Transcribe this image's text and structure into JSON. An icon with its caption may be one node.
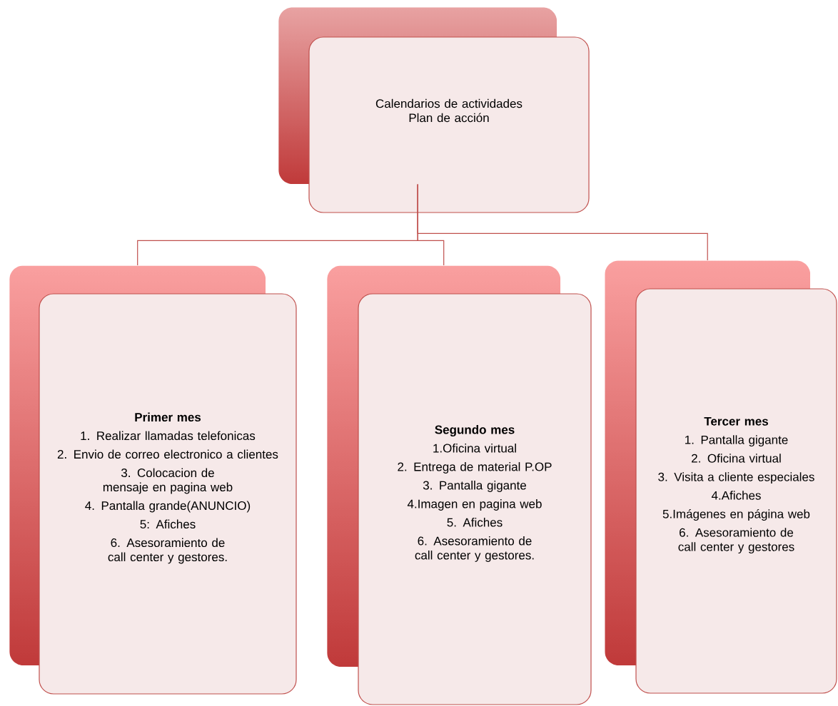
{
  "diagram": {
    "nodes": [
      {
        "text": [
          "Calendarios de actividades",
          "Plan de acción"
        ]
      },
      {
        "text": [
          "Primer mes",
          "1. Realizar llamadas telefonicas",
          "2. Envio de correo electronico a clientes",
          "3. Colocacion de mensaje en pagina web",
          "4. Pantalla grande(ANUNCIO)",
          "5: Afiches",
          "6. Asesoramiento de call center y gestores."
        ]
      },
      {
        "text": [
          "Segundo mes",
          "1.Oficina virtual",
          "2. Entrega de material P.OP",
          "3. Pantalla gigante",
          "4.Imagen en pagina web",
          "5. Afiches",
          "6. Asesoramiento de call center y gestores."
        ]
      },
      {
        "text": [
          "Tercer mes",
          "1. Pantalla gigante",
          "2. Oficina virtual",
          "3. Visita a cliente especiales",
          "4.Afiches",
          "5.Imágenes en página web",
          "6. Asesoramiento de call center y gestores"
        ]
      }
    ],
    "edges": [
      {
        "from": 0,
        "to": 1,
        "arrow": "none"
      },
      {
        "from": 0,
        "to": 2,
        "arrow": "none"
      },
      {
        "from": 0,
        "to": 3,
        "arrow": "none"
      }
    ]
  }
}
